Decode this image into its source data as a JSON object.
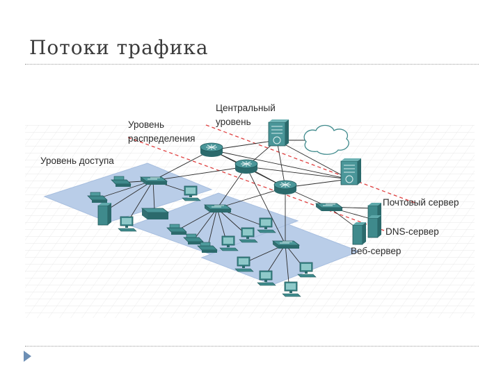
{
  "slide": {
    "title": "Потоки трафика"
  },
  "diagram": {
    "labels": {
      "core_line1": "Центральный",
      "core_line2": "уровень",
      "dist_line1": "Уровень",
      "dist_line2": "распределения",
      "access": "Уровень доступа",
      "mail_server": "Почтовый сервер",
      "dns_server": "DNS-сервер",
      "web_server": "Веб-сервер"
    }
  },
  "colors": {
    "device": "#3f8a8c",
    "device_dark": "#2b6a6c",
    "platform": "#b9cde8",
    "boundary": "#e04040",
    "link": "#2a2a2a"
  }
}
